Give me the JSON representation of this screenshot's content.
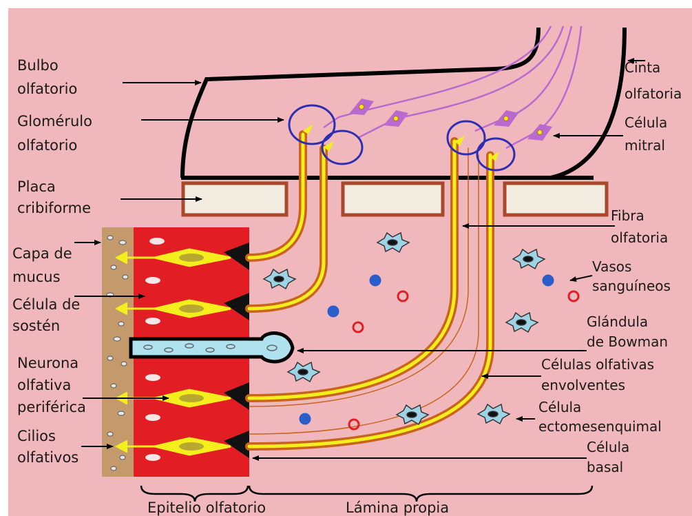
{
  "colors": {
    "background": "#f0b8bc",
    "epithelium_red": "#e21e24",
    "neuron_yellow": "#f4ee1c",
    "axon_orange": "#c8641e",
    "mucus_tan": "#c49a6c",
    "plate_fill": "#f3ece0",
    "plate_border": "#a8482c",
    "glomerulus_circle": "#2e2eb4",
    "mitral_purple": "#b86ad0",
    "bowman_fill": "#aee2ee",
    "vessel_blue": "#2a5ec8",
    "vessel_red": "#e01e24",
    "line": "#000000"
  },
  "labels": {
    "bulbo": [
      "Bulbo",
      "olfatorio"
    ],
    "cinta": [
      "Cinta",
      "olfatoria"
    ],
    "glomerulo": [
      "Glomérulo",
      "olfatorio"
    ],
    "celula_mitral": [
      "Célula",
      "mitral"
    ],
    "placa": [
      "Placa",
      "cribiforme"
    ],
    "fibra": [
      "Fibra",
      "olfatoria"
    ],
    "capa_mucus": [
      "Capa de",
      "mucus"
    ],
    "vasos": [
      "Vasos",
      "sanguíneos"
    ],
    "celula_sosten": [
      "Célula de",
      "sostén"
    ],
    "glandula": [
      "Glándula",
      "de Bowman"
    ],
    "neurona": [
      "Neurona",
      "olfativa",
      "periférica"
    ],
    "celulas_envolventes": [
      "Células olfativas",
      "envolventes"
    ],
    "celula_ecto": [
      "Célula",
      "ectomesenquimal"
    ],
    "cilios": [
      "Cilios",
      "olfativos"
    ],
    "celula_basal": [
      "Célula",
      "basal"
    ],
    "epitelio": "Epitelio olfatorio",
    "lamina": "Lámina propia"
  }
}
